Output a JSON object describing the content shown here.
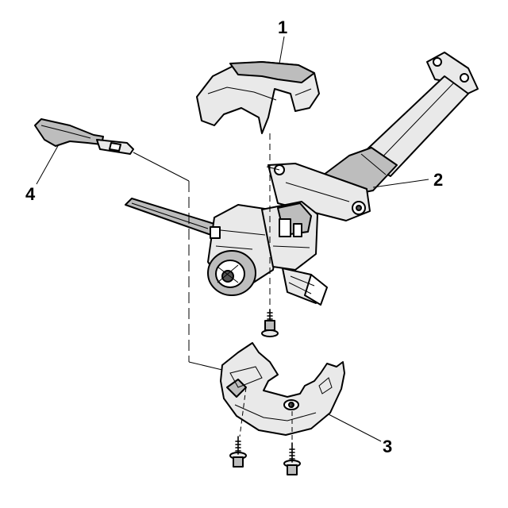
{
  "diagram": {
    "callouts": [
      {
        "id": "1",
        "label": "1"
      },
      {
        "id": "2",
        "label": "2"
      },
      {
        "id": "3",
        "label": "3"
      },
      {
        "id": "4",
        "label": "4"
      }
    ],
    "icons": [
      "upper-shroud-icon",
      "steering-column-icon",
      "lower-shroud-icon",
      "tilt-lever-icon",
      "screw-icon",
      "multifunction-switch-icon",
      "ignition-switch-icon"
    ]
  }
}
